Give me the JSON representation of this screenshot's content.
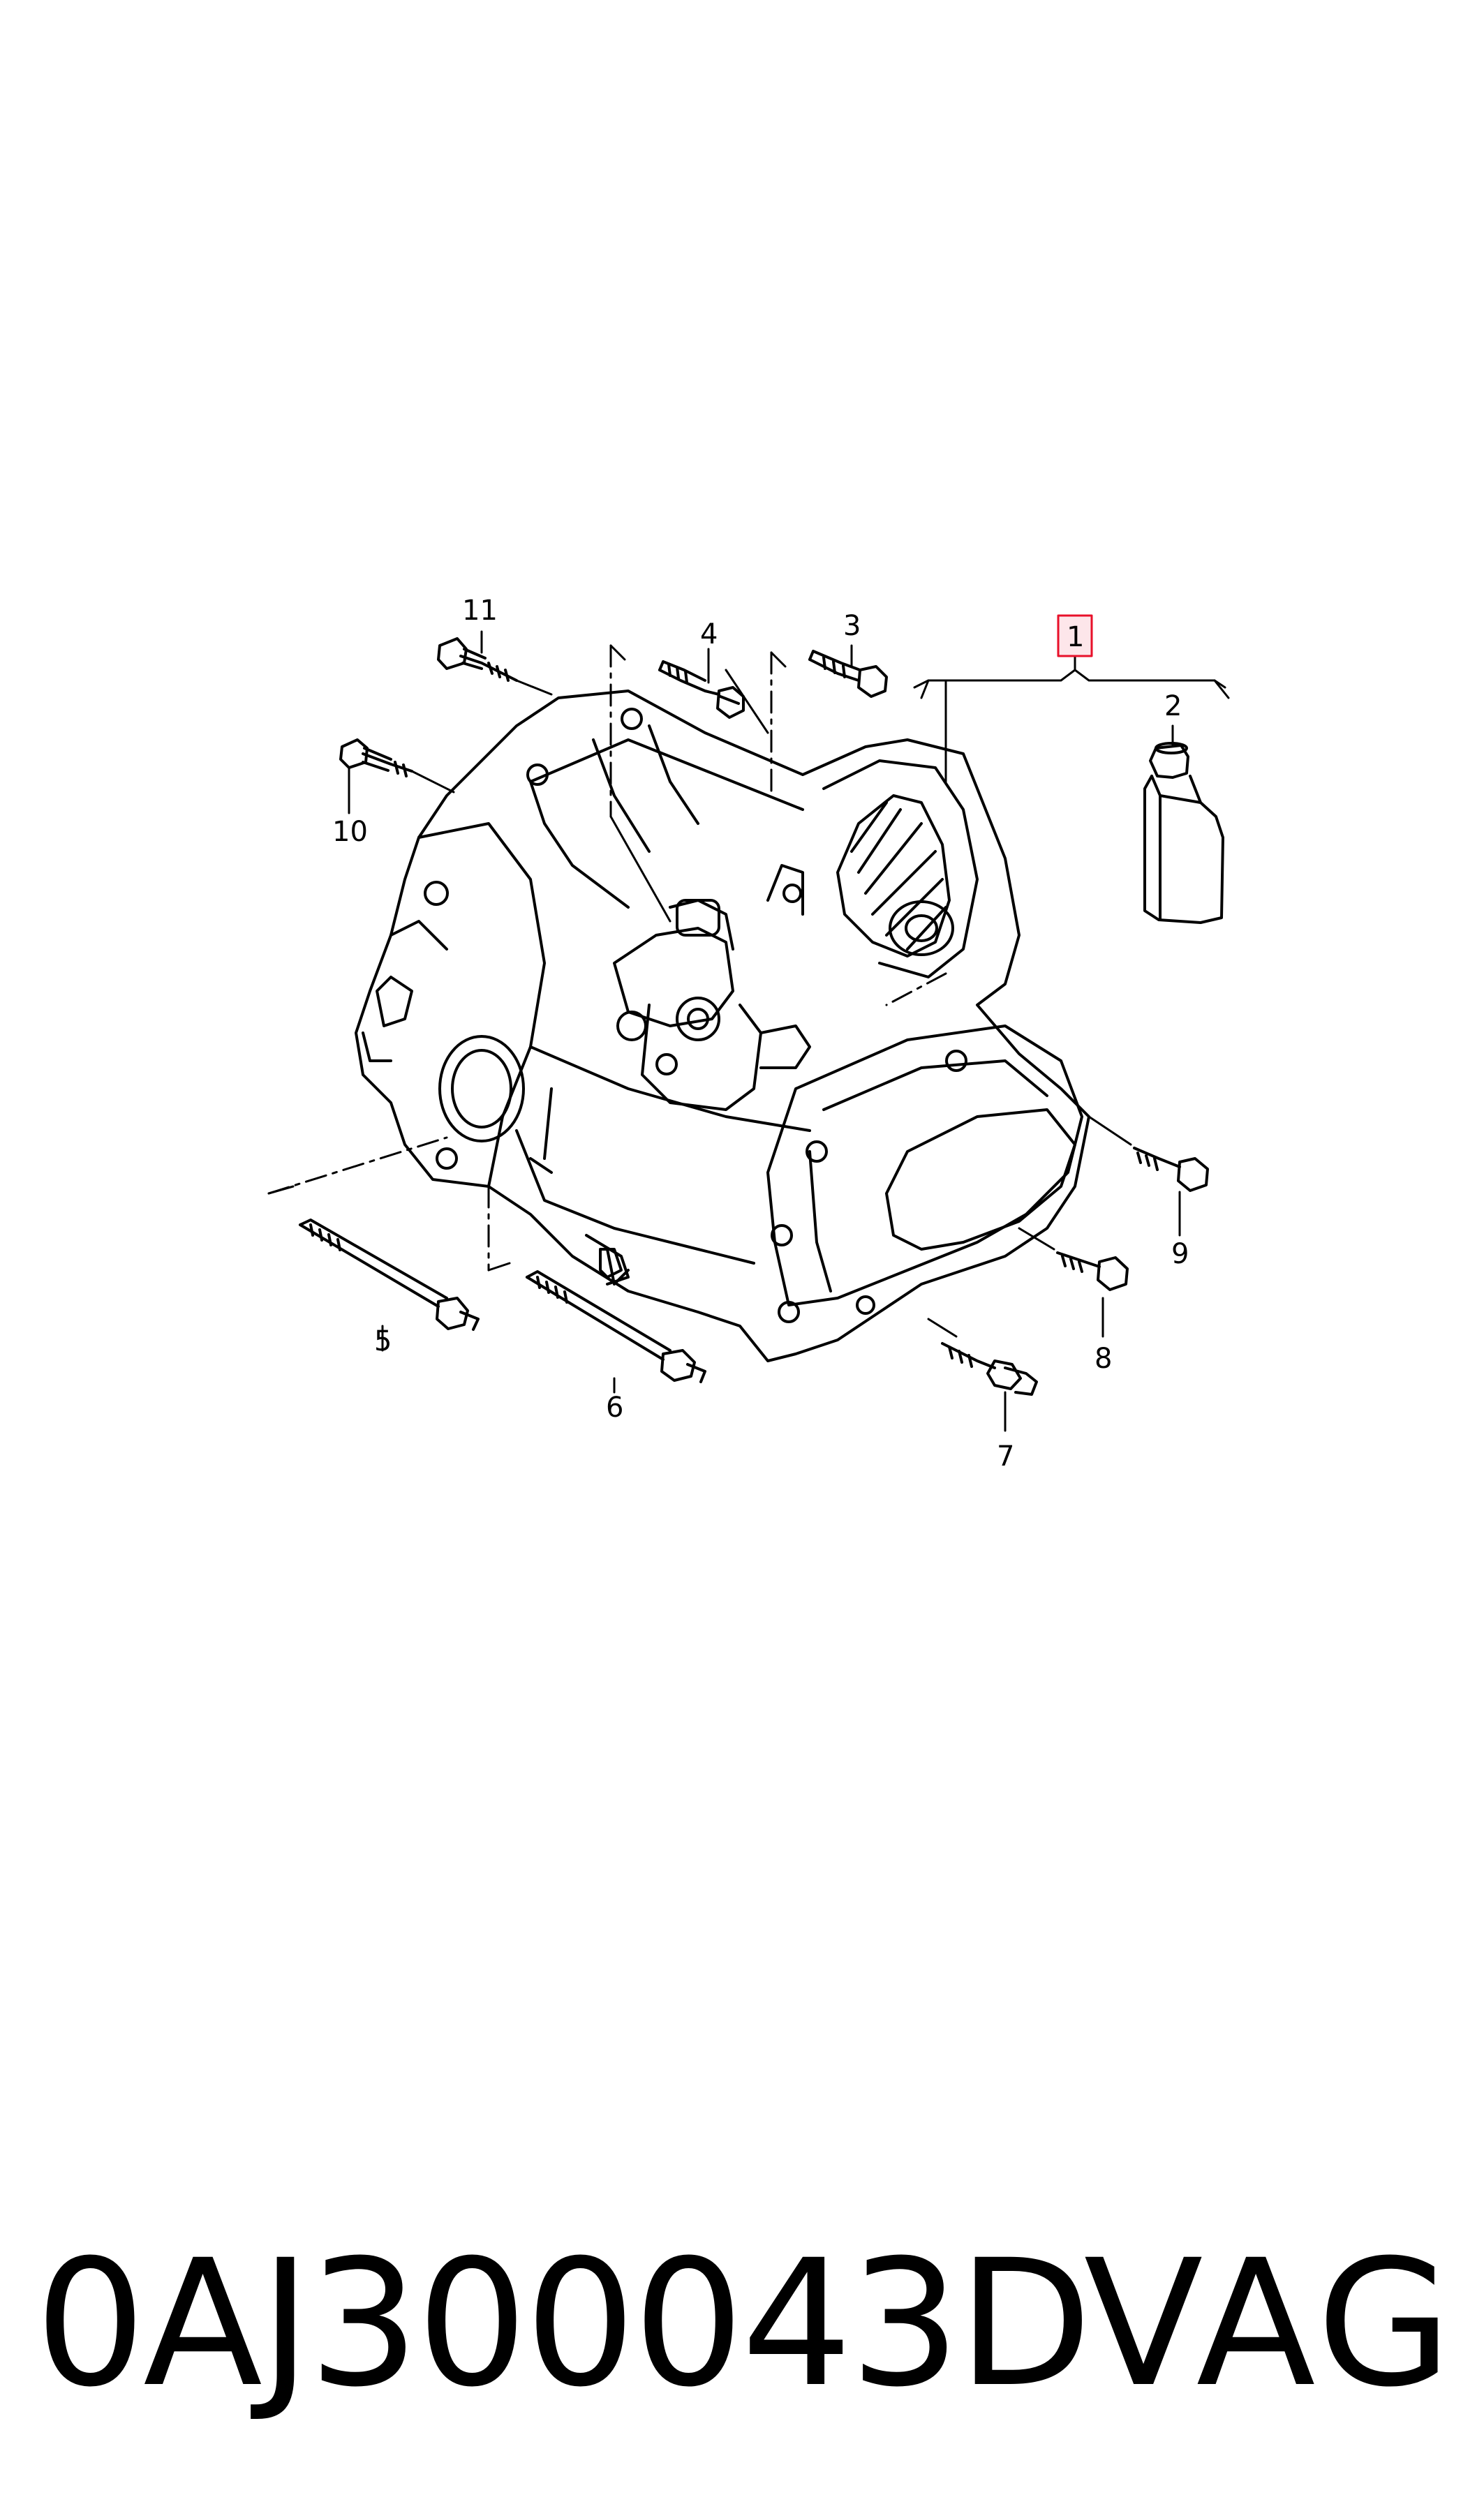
{
  "diagram": {
    "callouts": {
      "c1": "1",
      "c2": "2",
      "c3": "3",
      "c4": "4",
      "c5": "5",
      "c6": "6",
      "c7": "7",
      "c8": "8",
      "c9": "9",
      "c10": "10",
      "c11": "11"
    },
    "highlight_color": "#e8102a",
    "highlight_fill": "#fde6ea"
  },
  "footer": {
    "part_number": "0AJ300043D",
    "brand": "VAG"
  }
}
